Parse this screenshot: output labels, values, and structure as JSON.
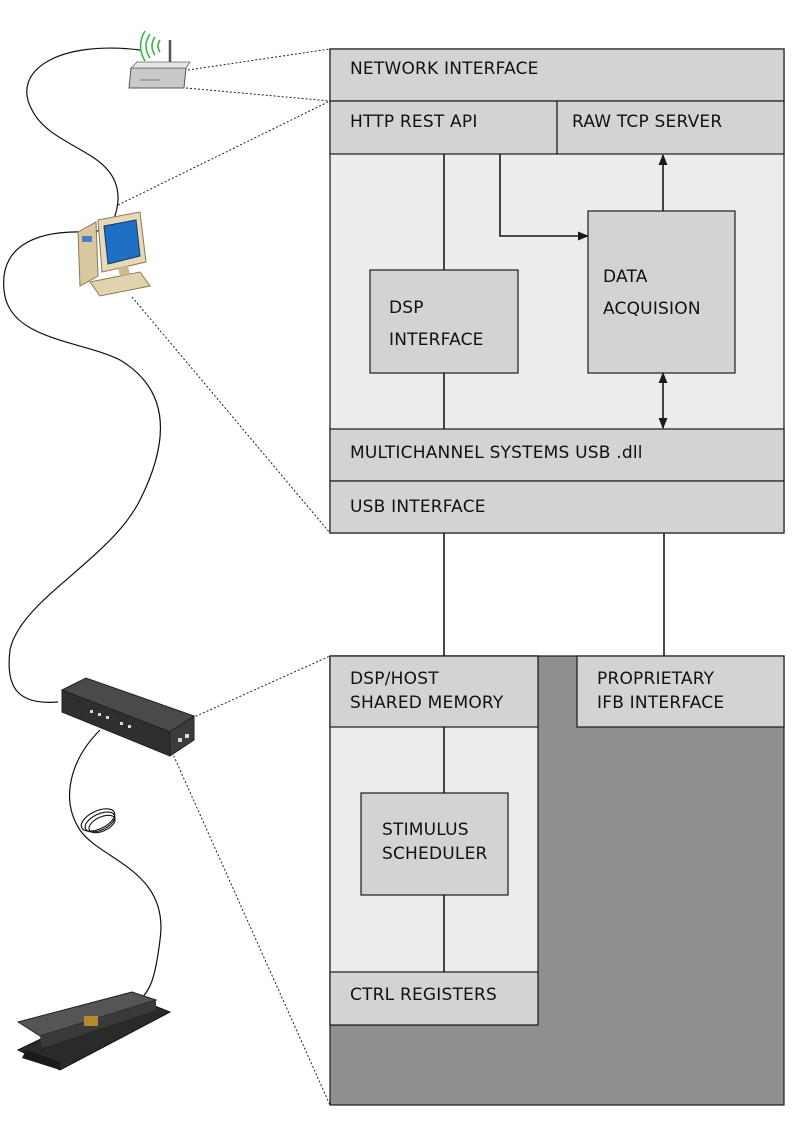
{
  "host_block": {
    "network_interface": "NETWORK INTERFACE",
    "http_rest_api": "HTTP REST API",
    "raw_tcp_server": "RAW TCP SERVER",
    "dsp_interface": [
      "DSP",
      "INTERFACE"
    ],
    "data_acquisition": [
      "DATA",
      "ACQUISION"
    ],
    "multichannel_dll": "MULTICHANNEL SYSTEMS USB .dll",
    "usb_interface": "USB INTERFACE"
  },
  "device_block": {
    "shared_memory": [
      "DSP/HOST",
      "SHARED MEMORY"
    ],
    "ifb_interface": [
      "PROPRIETARY",
      "IFB INTERFACE"
    ],
    "stimulus_scheduler": [
      "STIMULUS",
      "SCHEDULER"
    ],
    "ctrl_registers": "CTRL REGISTERS"
  },
  "colors": {
    "header_fill": "#d3d3d3",
    "panel_fill": "#ececec",
    "inner_box_fill": "#d3d3d3",
    "device_dark_fill": "#8f8f8f",
    "stroke": "#1a1a1a"
  },
  "icons": [
    "wifi-router-icon",
    "desktop-computer-icon",
    "usb-interface-box-icon",
    "stimulator-device-icon"
  ]
}
